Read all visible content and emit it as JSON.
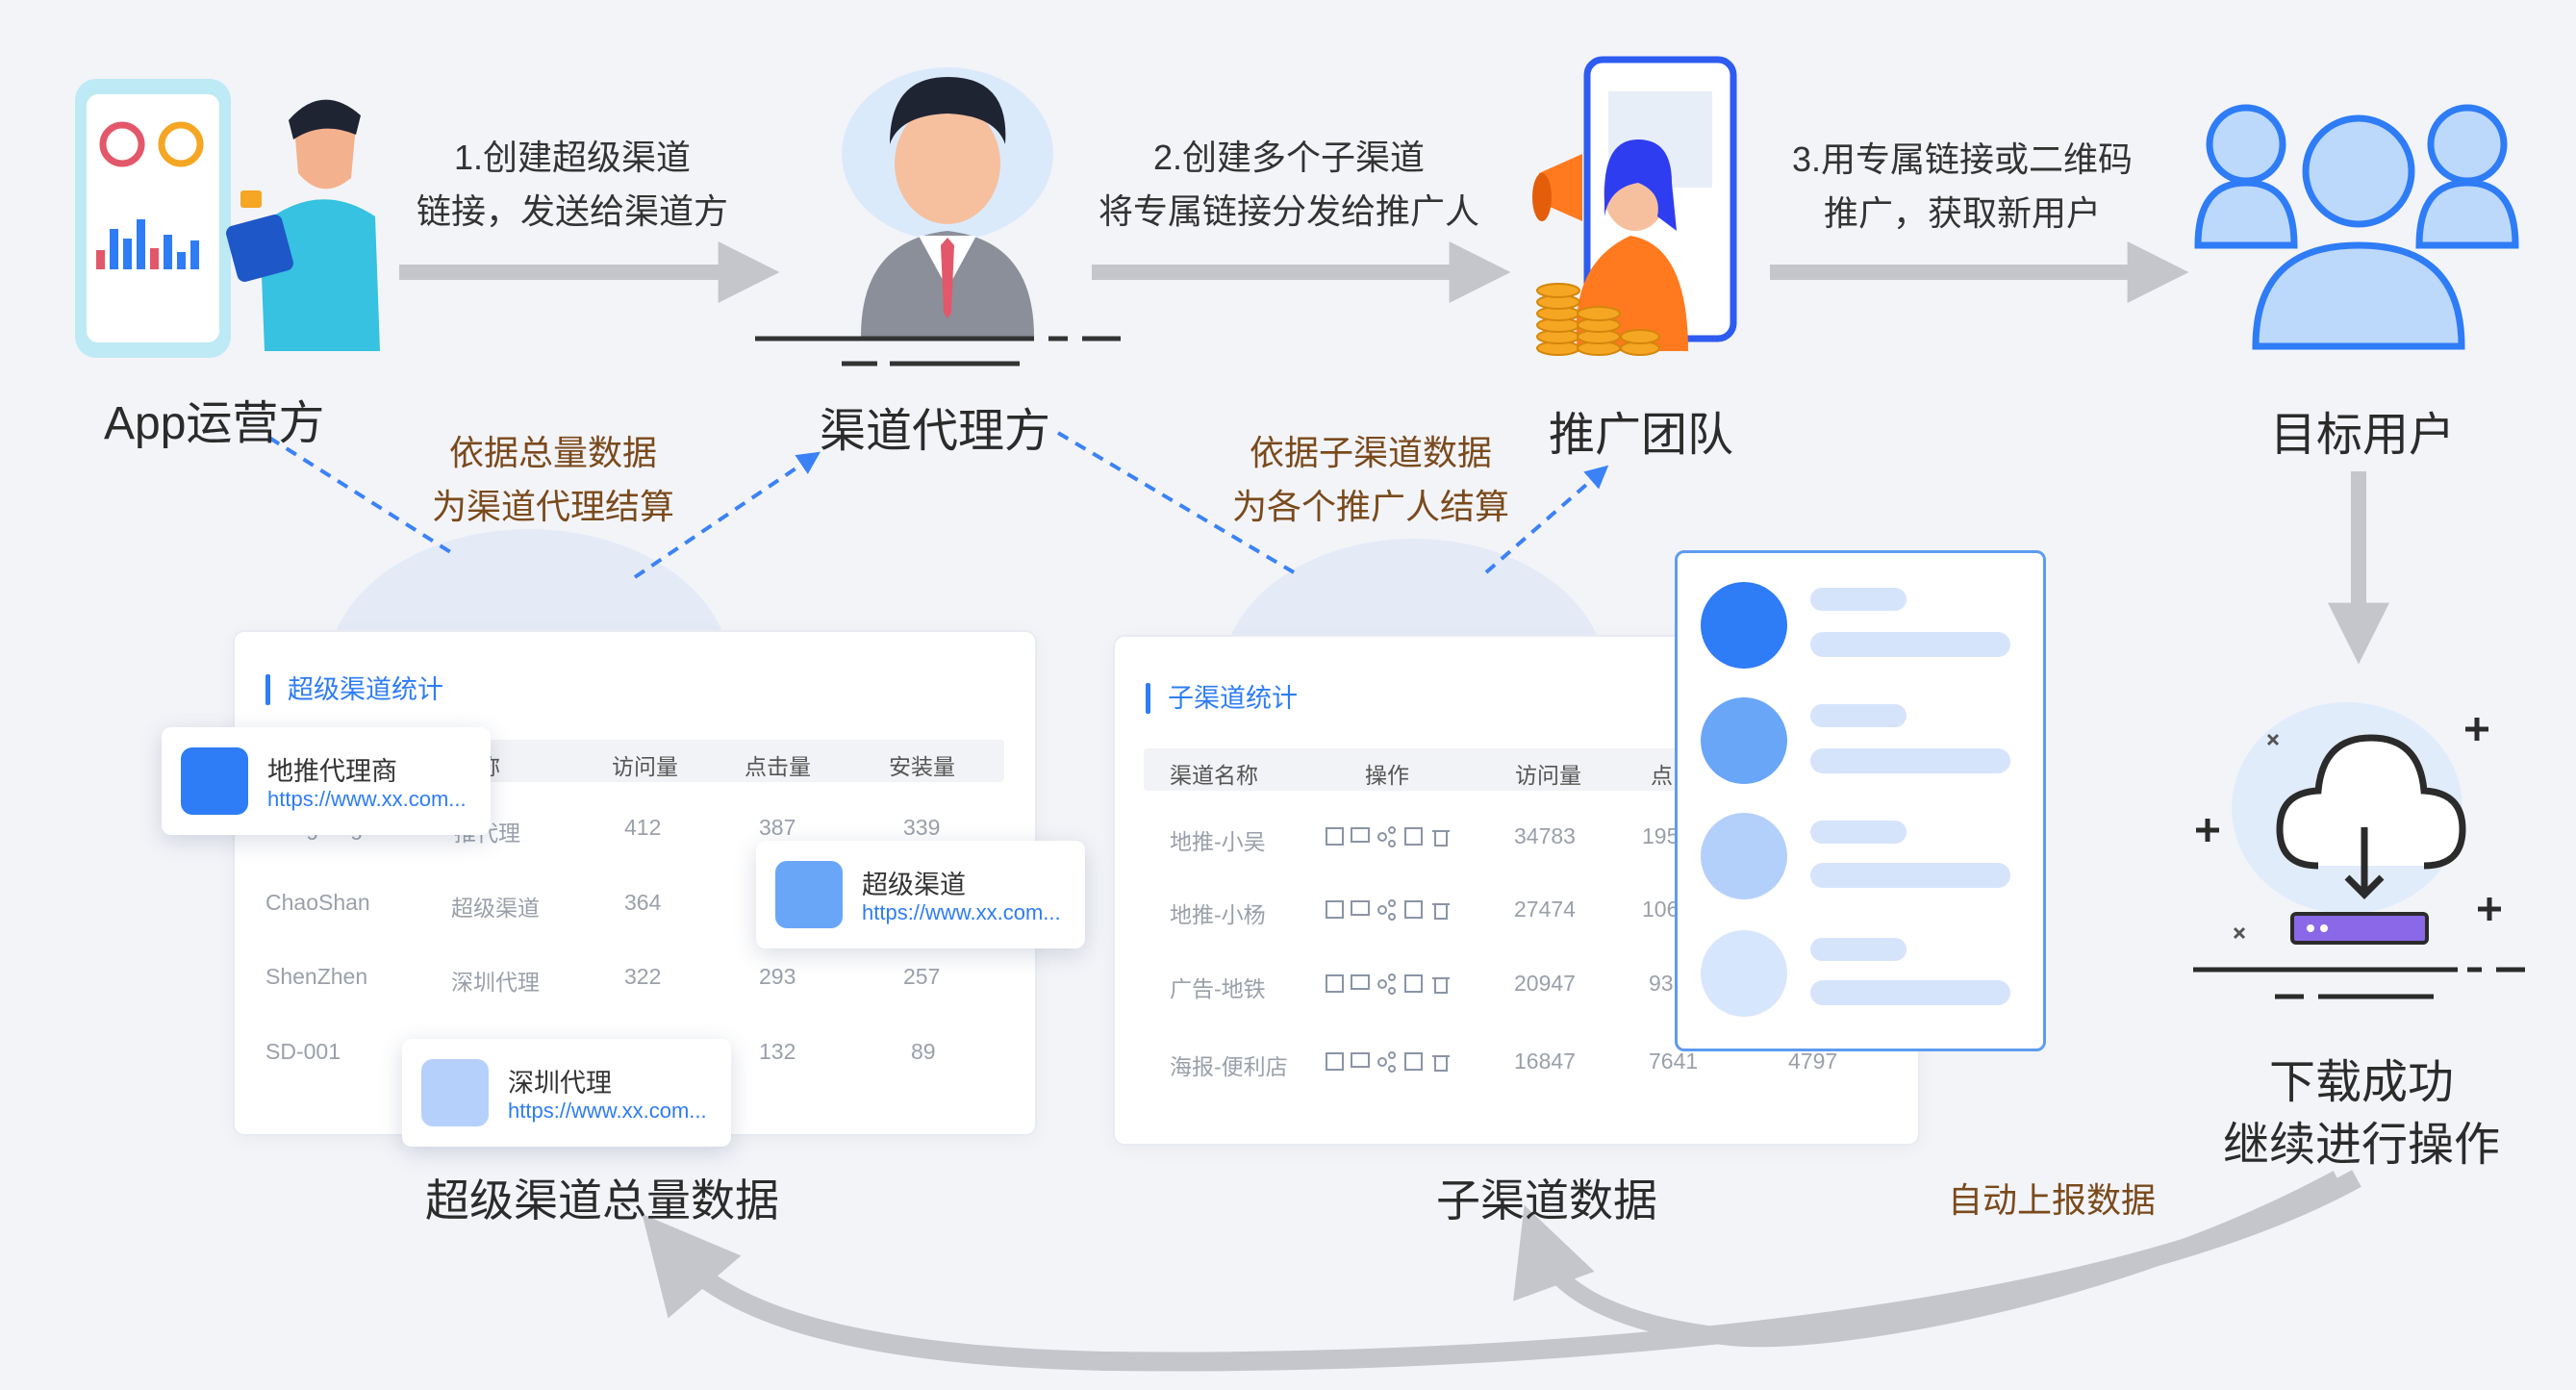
{
  "actors": {
    "app_operator": "App运营方",
    "channel_agent": "渠道代理方",
    "promo_team": "推广团队",
    "target_users": "目标用户",
    "download": [
      "下载成功",
      "继续进行操作"
    ]
  },
  "flows": {
    "step1": [
      "1.创建超级渠道",
      "链接，发送给渠道方"
    ],
    "step2": [
      "2.创建多个子渠道",
      "将专属链接分发给推广人"
    ],
    "step3": [
      "3.用专属链接或二维码",
      "推广，获取新用户"
    ]
  },
  "settlement": {
    "agent": [
      "依据总量数据",
      "为渠道代理结算"
    ],
    "sub": [
      "依据子渠道数据",
      "为各个推广人结算"
    ]
  },
  "auto_report": "自动上报数据",
  "super_card": {
    "title": "超级渠道统计",
    "caption": "超级渠道总量数据",
    "headers": [
      "渠道名称",
      "访问量",
      "点击量",
      "安装量"
    ],
    "header_partial": "名称",
    "rows": [
      {
        "code": "Hengrang",
        "name": "地推代理",
        "name_partial": "推代理",
        "visits": "412",
        "clicks": "387",
        "installs": "339"
      },
      {
        "code": "ChaoShan",
        "name": "超级渠道",
        "visits": "364",
        "clicks": "",
        "installs": ""
      },
      {
        "code": "ShenZhen",
        "name": "深圳代理",
        "visits": "322",
        "clicks": "293",
        "installs": "257"
      },
      {
        "code": "SD-001",
        "name": "",
        "visits": "",
        "clicks": "132",
        "installs": "89"
      }
    ],
    "popups": [
      {
        "name": "地推代理商",
        "url": "https://www.xx.com..."
      },
      {
        "name": "超级渠道",
        "url": "https://www.xx.com..."
      },
      {
        "name": "深圳代理",
        "url": "https://www.xx.com..."
      }
    ]
  },
  "sub_card": {
    "title": "子渠道统计",
    "caption": "子渠道数据",
    "headers": [
      "渠道名称",
      "操作",
      "访问量",
      "点"
    ],
    "rows": [
      {
        "name": "地推-小吴",
        "visits": "34783",
        "c2": "195",
        "c3": ""
      },
      {
        "name": "地推-小杨",
        "visits": "27474",
        "c2": "106",
        "c3": ""
      },
      {
        "name": "广告-地铁",
        "visits": "20947",
        "c2": "93",
        "c3": ""
      },
      {
        "name": "海报-便利店",
        "visits": "16847",
        "c2": "7641",
        "c3": "4797"
      }
    ]
  },
  "colors": {
    "arrow": "#c4c6cc",
    "dashed": "#3b82f6",
    "accent": "#2e7cf6",
    "settle_text": "#7a4a1c"
  }
}
